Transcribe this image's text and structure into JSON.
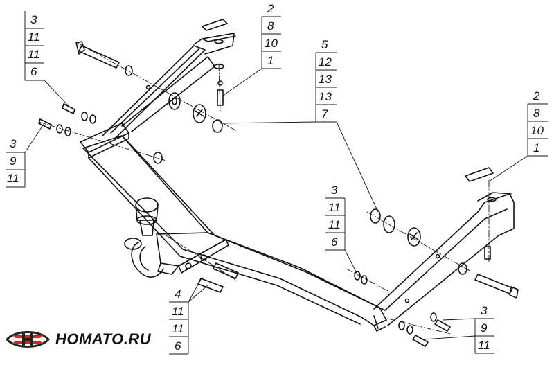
{
  "callouts": {
    "top_left": [
      "3",
      "11",
      "11",
      "6"
    ],
    "left": [
      "3",
      "9",
      "11"
    ],
    "top_center": [
      "2",
      "8",
      "10",
      "1"
    ],
    "center": [
      "5",
      "12",
      "13",
      "13",
      "7"
    ],
    "right_top": [
      "2",
      "8",
      "10",
      "1"
    ],
    "middle": [
      "3",
      "11",
      "11",
      "6"
    ],
    "bottom_left": [
      "4",
      "11",
      "11",
      "6"
    ],
    "bottom_right": [
      "3",
      "9",
      "11"
    ]
  },
  "logo": {
    "text": "HOMATO.RU",
    "colors": {
      "red": "#d7261e",
      "dark": "#222222"
    }
  }
}
